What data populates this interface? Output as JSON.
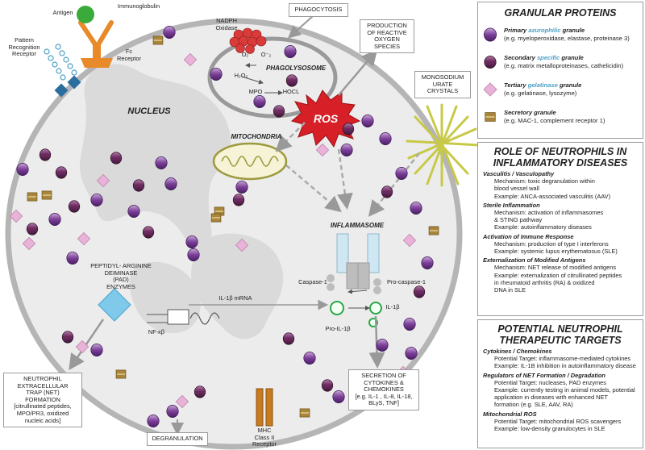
{
  "labels": {
    "antigen": "Antigen",
    "immunoglobulin": "Immunoglobulin",
    "fc_receptor": "Fc\nReceptor",
    "prr": "Pattern\nRecognition\nReceptor",
    "nadph": "NADPH\nOxidase",
    "phagocytosis": "PHAGOCYTOSIS",
    "phagolysosome": "PHAGOLYSOSOME",
    "o2": "O₂",
    "o2_minus": "O⁻₂",
    "h2o2": "H₂O₂",
    "mpo": "MPO",
    "hocl": "HOCL",
    "ros_production": "PRODUCTION\nOF REACTIVE\nOXYGEN\nSPECIES",
    "ros": "ROS",
    "msu": "MONOSODIUM\nURATE\nCRYSTALS",
    "nucleus": "NUCLEUS",
    "mitochondria": "MITOCHONDRIA",
    "inflammasome": "INFLAMMASOME",
    "caspase1": "Caspase-1",
    "pro_caspase1": "Pro-caspase-1",
    "pro_il1b": "Pro-IL-1β",
    "il1b": "IL-1β",
    "il1b_mrna": "IL-1β  mRNA",
    "nfkb": "NF-κβ",
    "pad": "PEPTIDYL- ARGININE\nDEIMINASE\n(PAD)\nENZYMES",
    "net": "NEUTROPHIL\nEXTRACELLULAR\nTRAP (NET)\nFORMATION\n[citrullinated peptides,\nMPO/PR3, oxidized\nnucleic acids]",
    "degranulation": "DEGRANULATION",
    "mhc": "MHC\nClass II\nReceptor",
    "secretion": "SECRETION OF\nCYTOKINES &\nCHEMOKINES\n[e.g. IL-1 , IL-8, IL-18,\nBLyS, TNF]"
  },
  "granular": {
    "title": "GRANULAR PROTEINS",
    "items": [
      {
        "type": "primary",
        "prefix": "Primary ",
        "accent": "azurophilic",
        "suffix": " granule",
        "detail": "(e.g. myeloperoxidase, elastase, proteinase 3)"
      },
      {
        "type": "secondary",
        "prefix": "Secondary ",
        "accent": "specific",
        "suffix": " granule",
        "detail": "(e.g. matrix metalloproteinases, cathelicidin)"
      },
      {
        "type": "tertiary",
        "prefix": "Tertiary ",
        "accent": "gelatinase",
        "suffix": " granule",
        "detail": "(e.g. gelatinase, lysozyme)"
      },
      {
        "type": "secretory",
        "prefix": "Secretory granule",
        "accent": "",
        "suffix": "",
        "detail": "(e.g. MAC-1, complement receptor 1)"
      }
    ]
  },
  "role": {
    "title": "ROLE OF NEUTROPHILS IN\nINFLAMMATORY DISEASES",
    "sections": [
      {
        "head": "Vasculitis / Vasculopathy",
        "lines": [
          "Mechanism:  toxic degranulation within\n   blood vessel wall",
          "Example:  ANCA-associated vasculitis (AAV)"
        ]
      },
      {
        "head": "Sterile Inflammation",
        "lines": [
          "Mechanism:  activation of inflammasomes\n   & STING pathway",
          "Example:  autoinflammatory diseases"
        ]
      },
      {
        "head": "Activation of Immune Response",
        "lines": [
          "Mechanism:  production of type I interferons",
          "Example:  systemic lupus erythematosus (SLE)"
        ]
      },
      {
        "head": "Externalization of Modified Antigens",
        "lines": [
          "Mechanism:  NET release of modified antigens",
          "Example:  externalization of citrullinated peptides\n   in rheumatoid arthritis (RA) & oxidized\n   DNA in SLE"
        ]
      }
    ]
  },
  "targets": {
    "title": "POTENTIAL NEUTROPHIL\nTHERAPEUTIC TARGETS",
    "sections": [
      {
        "head": "Cytokines / Chemokines",
        "lines": [
          "Potential Target:  inflammasome-mediated cytokines",
          "Example:  IL-1B inhibition in autoinflammatory disease"
        ]
      },
      {
        "head": "Regulators of NET Formation / Degradation",
        "lines": [
          "Potential Target:  nucleases, PAD enzymes",
          "Example:  currently testing in animal models, potential\n   application in diseases with enhanced NET\n   formation (e.g. SLE, AAV, RA)"
        ]
      },
      {
        "head": "Mitochondrial ROS",
        "lines": [
          "Potential Target:  mitochondrial ROS scavengers",
          "Example:  low-density granulocytes in SLE"
        ]
      }
    ]
  },
  "colors": {
    "accent": "#4a9fc4",
    "primary_granule": "#7b3f98",
    "secondary_granule": "#6a2a5e",
    "tertiary_granule": "#e9b2d8",
    "secretory_granule": "#a9853a",
    "ros": "#d61f26",
    "nadph": "#d93a3a",
    "fc": "#e8892a",
    "antigen": "#3aaa3a",
    "pad": "#7fc9ea",
    "mhc": "#c97b1f",
    "cell": "#ececec",
    "nucleus": "#dadada",
    "msu": "#c7c947"
  }
}
